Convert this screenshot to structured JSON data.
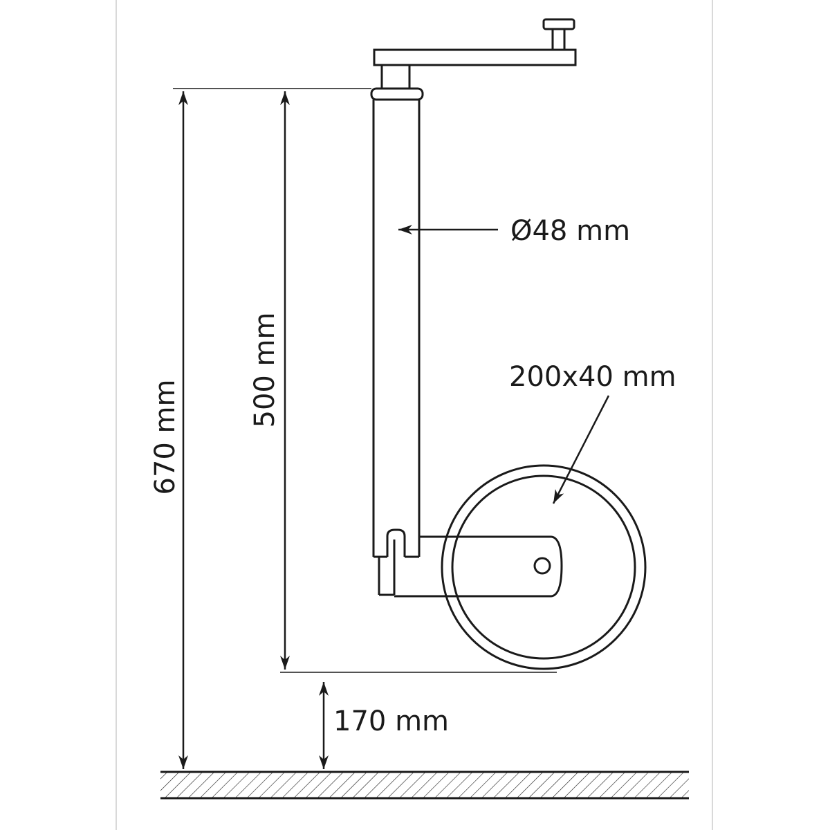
{
  "dimensions": {
    "total_height": "670 mm",
    "tube_length": "500 mm",
    "tube_diameter": "Ø48 mm",
    "wheel_size": "200x40 mm",
    "ground_clearance": "170 mm"
  },
  "colors": {
    "line": "#1a1a1a",
    "background": "#ffffff",
    "frame_border": "#d9d9d9"
  }
}
